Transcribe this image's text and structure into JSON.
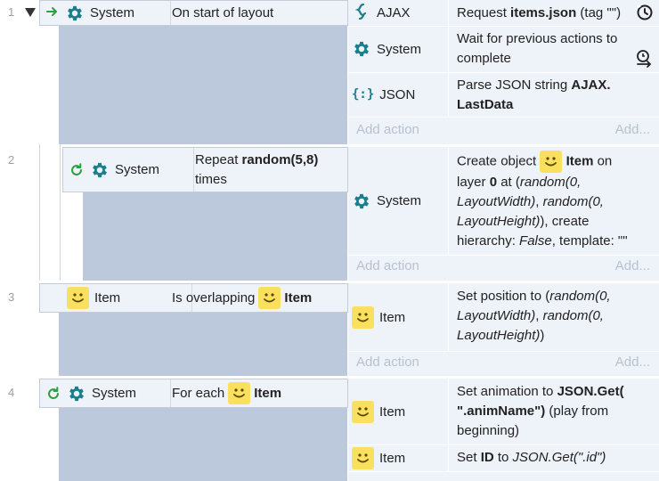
{
  "events": [
    {
      "number": "1",
      "condition": {
        "object": "System",
        "text": "On start of layout"
      },
      "actions": [
        {
          "object": "AJAX",
          "pre": "Request ",
          "bold": "items.json",
          "post": " (tag \"\")"
        },
        {
          "object": "System",
          "text": "Wait for previous actions to complete"
        },
        {
          "object": "JSON",
          "pre": "Parse JSON string ",
          "bold": "AJAX. LastData"
        }
      ],
      "add_action": "Add action",
      "add": "Add..."
    },
    {
      "number": "2",
      "condition": {
        "object": "System",
        "pre": "Repeat ",
        "bold": "random(5,8)",
        "post": " times"
      },
      "actions": [
        {
          "object": "System",
          "p1": "Create object ",
          "obj_name": "Item",
          "p2": " on layer ",
          "layer": "0",
          "p3": " at (",
          "expr1": "random(0, LayoutWidth)",
          "p4": ", ",
          "expr2": "random(0, LayoutHeight)",
          "p5": "), create hierarchy: ",
          "expr3": "False",
          "p6": ", template: \"\""
        }
      ],
      "add_action": "Add action",
      "add": "Add..."
    },
    {
      "number": "3",
      "condition": {
        "object": "Item",
        "text": "Is overlapping ",
        "target": "Item"
      },
      "actions": [
        {
          "object": "Item",
          "pre": "Set position to (",
          "expr1": "random(0, LayoutWidth)",
          "mid": ", ",
          "expr2": "random(0, LayoutHeight)",
          "post": ")"
        }
      ],
      "add_action": "Add action",
      "add": "Add..."
    },
    {
      "number": "4",
      "condition": {
        "object": "System",
        "text": "For each ",
        "target": "Item"
      },
      "actions": [
        {
          "object": "Item",
          "pre": "Set animation to ",
          "bold": "JSON.Get( \".animName\")",
          "post": " (play from beginning)"
        },
        {
          "object": "Item",
          "pre": "Set ",
          "bold": "ID",
          "mid": " to ",
          "italic": "JSON.Get(\".id\")"
        }
      ]
    }
  ],
  "colors": {
    "accent": "#1a7f8c",
    "green": "#2e9e3e",
    "sprite": "#fbe05f",
    "event_body": "#bcc9dc",
    "action_bg": "#eef2f9"
  },
  "icons": [
    "expand-triangle-icon",
    "trigger-arrow-icon",
    "gear-icon",
    "ajax-icon",
    "json-icon",
    "wait-clock-icon",
    "loop-icon",
    "sprite-icon"
  ]
}
